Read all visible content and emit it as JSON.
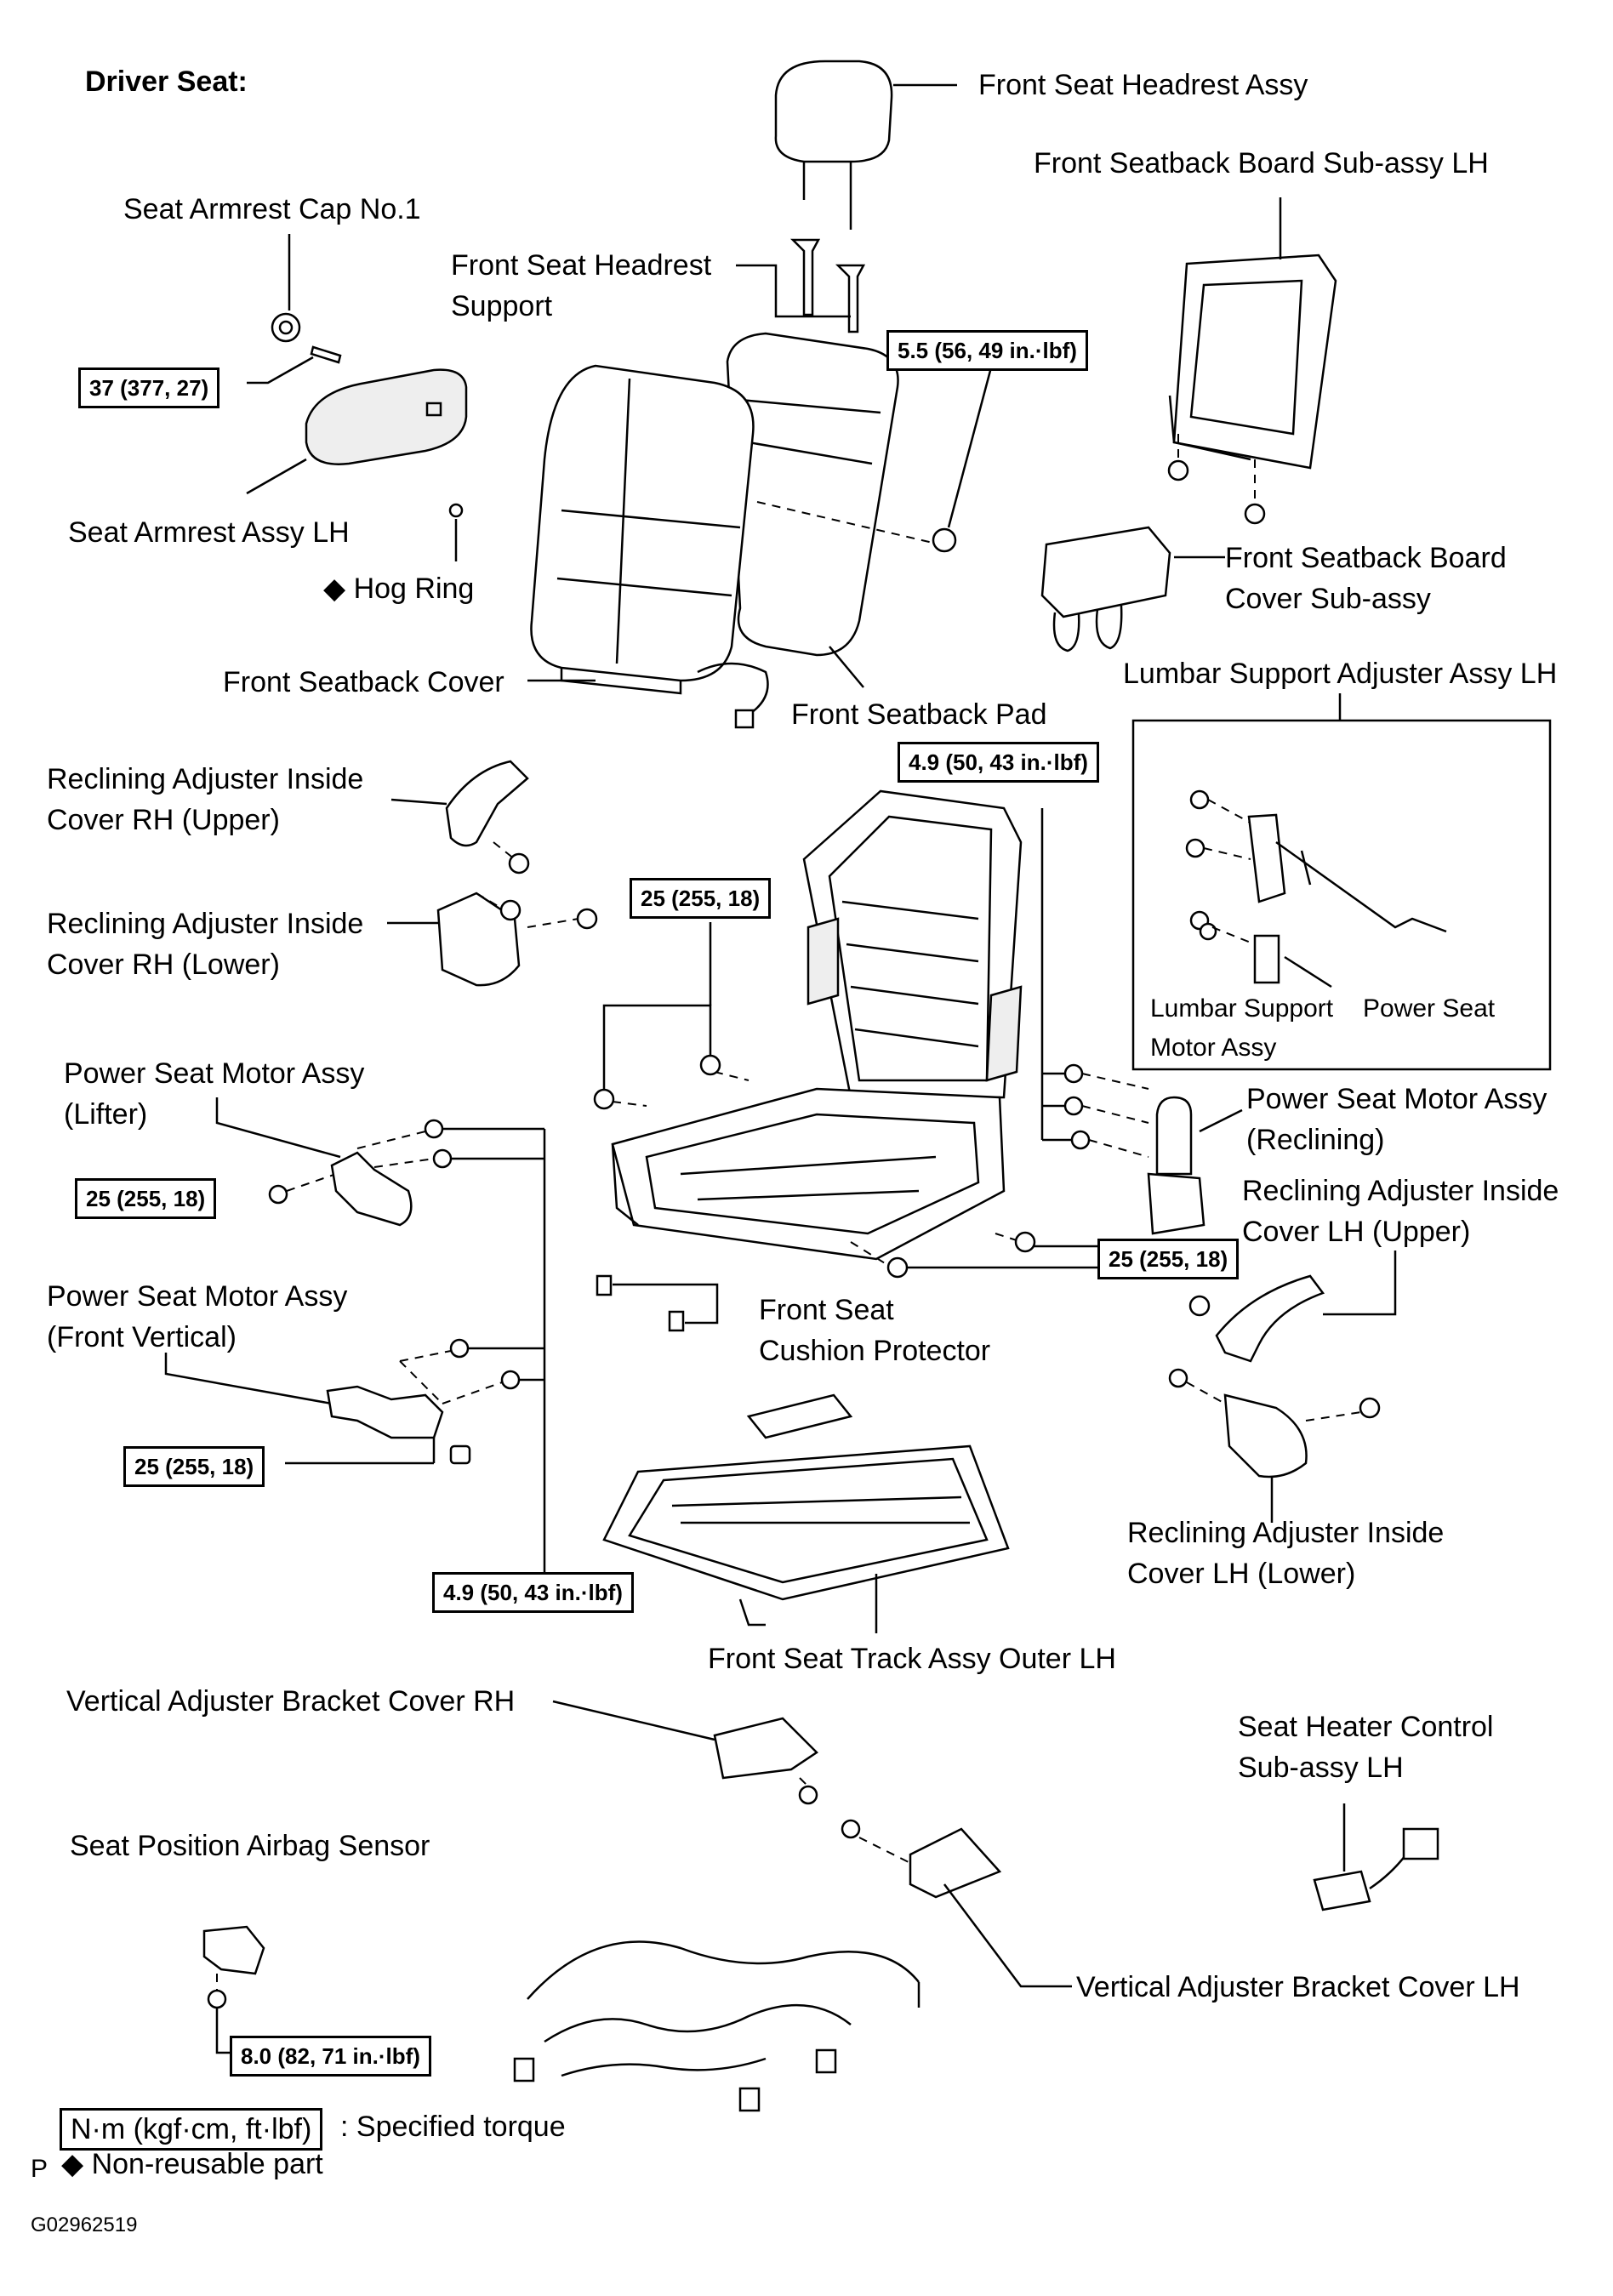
{
  "title": "Driver Seat:",
  "image_code": "G02962519",
  "corner_mark": "P",
  "legend": {
    "torque_box": "N·m (kgf·cm, ft·lbf)",
    "torque_text": ": Specified torque",
    "nonreusable_text": "◆ Non-reusable part"
  },
  "labels": {
    "headrest": "Front Seat Headrest Assy",
    "seatback_board": "Front Seatback Board Sub-assy LH",
    "armrest_cap": "Seat Armrest Cap No.1",
    "headrest_support_1": "Front Seat Headrest",
    "headrest_support_2": "Support",
    "armrest": "Seat Armrest Assy LH",
    "hog_ring": "◆ Hog Ring",
    "board_cover_1": "Front Seatback Board",
    "board_cover_2": "Cover  Sub-assy",
    "lumbar_assy": "Lumbar Support Adjuster Assy LH",
    "seatback_cover": "Front Seatback Cover",
    "seatback_pad": "Front Seatback Pad",
    "recl_rh_upper_1": "Reclining Adjuster Inside",
    "recl_rh_upper_2": "Cover RH (Upper)",
    "recl_rh_lower_1": "Reclining Adjuster Inside",
    "recl_rh_lower_2": "Cover RH (Lower)",
    "lumbar_support": "Lumbar Support",
    "power_seat_motor_sub_1": "Power Seat",
    "power_seat_motor_sub_2": "Motor Assy",
    "motor_lifter_1": "Power Seat Motor Assy",
    "motor_lifter_2": "(Lifter)",
    "motor_recl_1": "Power Seat Motor Assy",
    "motor_recl_2": "(Reclining)",
    "recl_lh_upper_1": "Reclining Adjuster Inside",
    "recl_lh_upper_2": "Cover LH (Upper)",
    "cushion_protector_1": "Front Seat",
    "cushion_protector_2": "Cushion Protector",
    "motor_front_1": "Power Seat Motor Assy",
    "motor_front_2": "(Front Vertical)",
    "recl_lh_lower_1": "Reclining Adjuster Inside",
    "recl_lh_lower_2": "Cover LH (Lower)",
    "track": "Front Seat Track Assy Outer LH",
    "vab_rh": "Vertical Adjuster Bracket Cover RH",
    "heater_1": "Seat Heater Control",
    "heater_2": "Sub-assy  LH",
    "airbag_sensor": "Seat Position Airbag Sensor",
    "vab_lh": "Vertical Adjuster Bracket Cover LH"
  },
  "torques": {
    "armrest_bolt": "37 (377, 27)",
    "headrest_nut": "5.5 (56, 49 in.·lbf)",
    "lumbar_bolt": "4.9 (50, 43 in.·lbf)",
    "frame_bolt": "25 (255, 18)",
    "lifter_bolt": "25 (255, 18)",
    "recl_bolt": "25 (255, 18)",
    "front_vertical_bolt": "25 (255, 18)",
    "motor_bolt": "4.9 (50, 43 in.·lbf)",
    "sensor_bolt": "8.0 (82, 71 in.·lbf)"
  }
}
